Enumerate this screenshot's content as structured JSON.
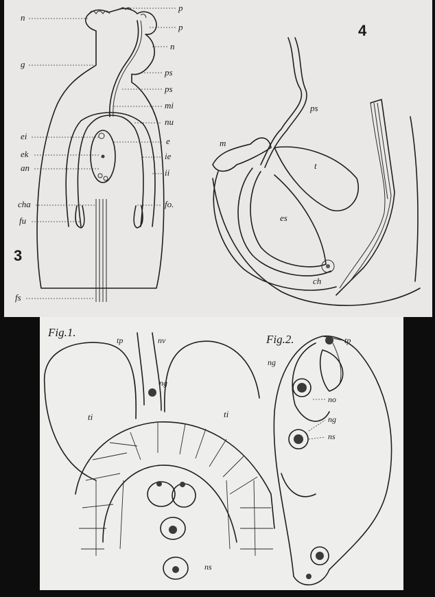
{
  "plate": {
    "figure3": {
      "number": "3",
      "labels_left": [
        "n",
        "g",
        "ei",
        "ek",
        "an",
        "cha",
        "fu",
        "fs"
      ],
      "labels_right": [
        "p",
        "p",
        "n",
        "ps",
        "ps",
        "mi",
        "nu",
        "e",
        "ie",
        "ii",
        "fo."
      ]
    },
    "figure4": {
      "number": "4",
      "labels": [
        "ps",
        "m",
        "t",
        "es",
        "ch"
      ]
    },
    "figure1": {
      "caption": "Fig.1.",
      "labels": [
        "tp",
        "nv",
        "ng",
        "ti",
        "ti",
        "ns"
      ]
    },
    "figure2": {
      "caption": "Fig.2.",
      "labels": [
        "tp",
        "ng",
        "no",
        "ng",
        "ns"
      ]
    }
  }
}
